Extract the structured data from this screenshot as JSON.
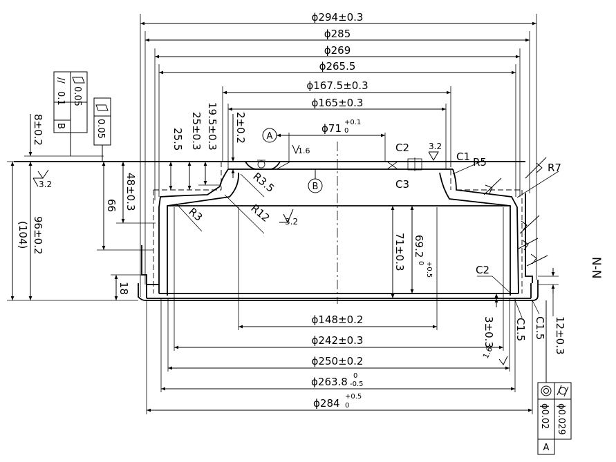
{
  "view_label": "N-N",
  "dims": {
    "d294": "ϕ294±0.3",
    "d285": "ϕ285",
    "d269": "ϕ269",
    "d2655": "ϕ265.5",
    "d1675": "ϕ167.5±0.3",
    "d165": "ϕ165±0.3",
    "d71": "ϕ71",
    "d71_tol_up": "+0.1",
    "d71_tol_lo": "0",
    "d148": "ϕ148±0.2",
    "d242": "ϕ242±0.3",
    "d250": "ϕ250±0.2",
    "d2638": "ϕ263.8",
    "d2638_tol_up": "0",
    "d2638_tol_lo": "-0.5",
    "d284": "ϕ284",
    "d284_tol_up": "+0.5",
    "d284_tol_lo": "0",
    "v8": "8±0.2",
    "v255": "25.5",
    "v25": "25±0.3",
    "v195": "19.5±0.3",
    "v2": "2±0.2",
    "v48": "48±0.3",
    "v66": "66",
    "v96": "96±0.2",
    "v104": "(104)",
    "v18": "18",
    "v71": "71±0.3",
    "v692": "69.2",
    "v692_tol_up": "+0.5",
    "v692_tol_lo": "0",
    "v3": "3±0.3",
    "c15a": "C1.5",
    "c15b": "C1.5",
    "v12": "12±0.3",
    "r35": "R3.5",
    "r12": "R12",
    "r3": "R3",
    "r5": "R5",
    "r7": "R7",
    "c1": "C1",
    "c2a": "C2",
    "c2b": "C2",
    "c3": "C3",
    "datum_a": "A",
    "datum_b": "B",
    "rough32": "3.2",
    "rough16": "1.6"
  },
  "fcf_top": {
    "flatness_value": "0.05",
    "parallel_symbol": "//",
    "parallel_value": "0.1",
    "parallel_datum": "B"
  },
  "fcf_small": {
    "flatness_value": "0.05"
  },
  "fcf_bottom": {
    "cyl_value": "ϕ0.029",
    "conc_value": "ϕ0.02",
    "datum": "A"
  }
}
